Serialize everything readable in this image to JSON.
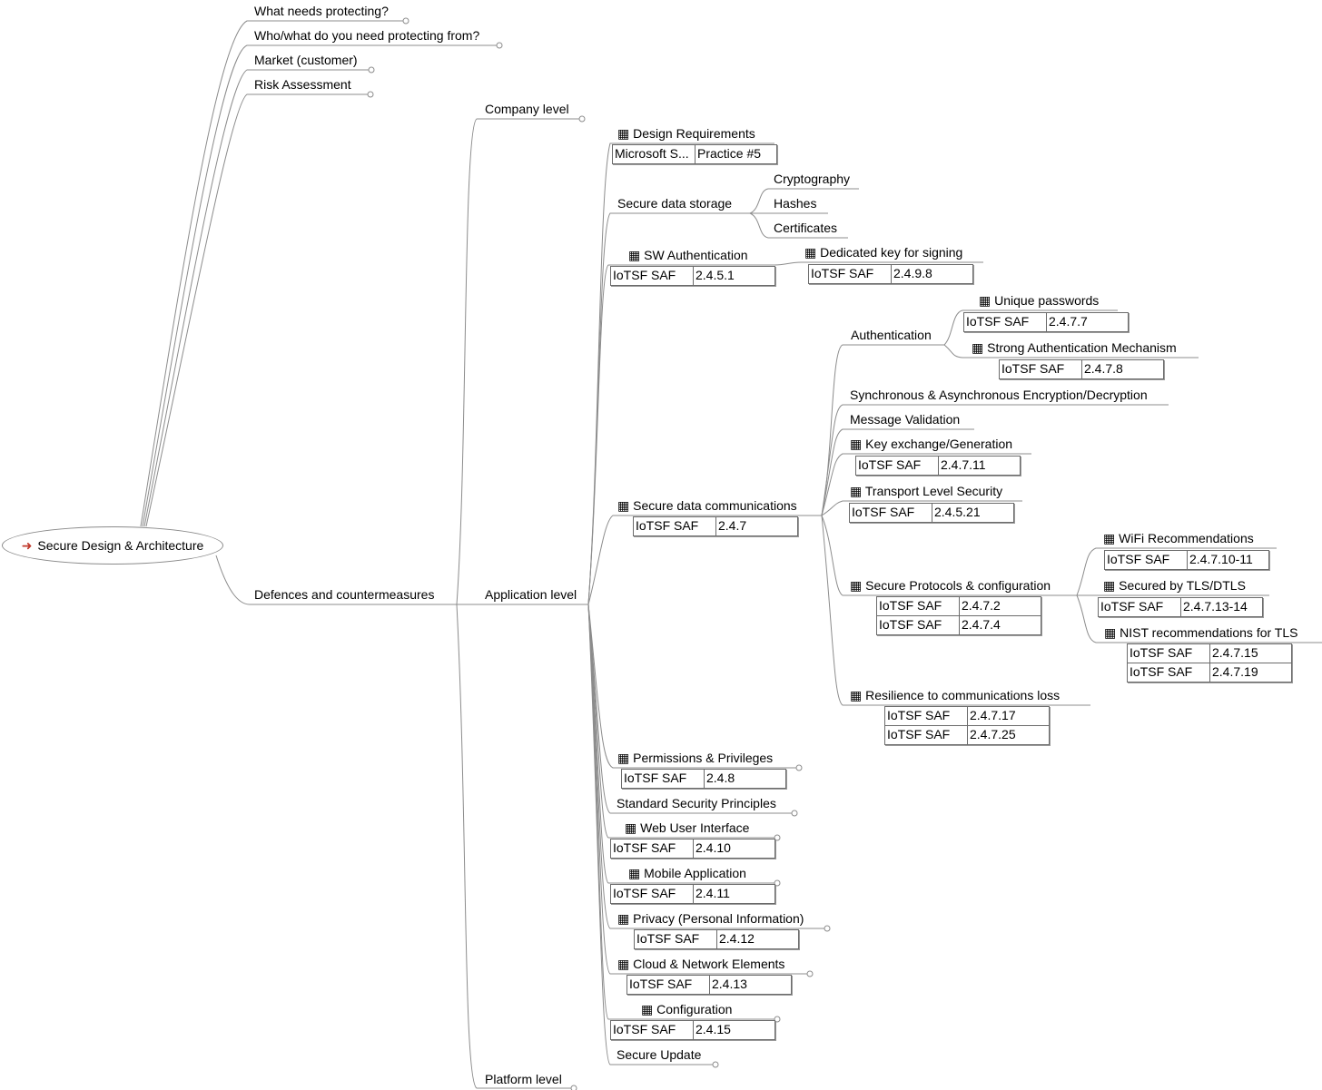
{
  "root": {
    "label": "Secure Design & Architecture",
    "icon": "red-arrow-icon"
  },
  "top_branches": [
    "What needs protecting?",
    "Who/what do you need protecting from?",
    "Market (customer)",
    "Risk Assessment"
  ],
  "defences": "Defences and countermeasures",
  "levels": {
    "company": "Company level",
    "application": "Application level",
    "platform": "Platform level"
  },
  "app": {
    "design_req": {
      "label": "Design Requirements",
      "rows": [
        [
          "Microsoft S...",
          "Practice #5"
        ]
      ]
    },
    "storage": {
      "label": "Secure data storage",
      "children": [
        "Cryptography",
        "Hashes",
        "Certificates"
      ]
    },
    "sw_auth": {
      "label": "SW Authentication",
      "rows": [
        [
          "IoTSF SAF",
          "2.4.5.1"
        ]
      ]
    },
    "dedicated_key": {
      "label": "Dedicated key for signing",
      "rows": [
        [
          "IoTSF SAF",
          "2.4.9.8"
        ]
      ]
    },
    "comms": {
      "label": "Secure data communications",
      "rows": [
        [
          "IoTSF SAF",
          "2.4.7"
        ]
      ]
    },
    "authentication": "Authentication",
    "unique_pw": {
      "label": "Unique passwords",
      "rows": [
        [
          "IoTSF SAF",
          "2.4.7.7"
        ]
      ]
    },
    "strong_auth": {
      "label": "Strong Authentication Mechanism",
      "rows": [
        [
          "IoTSF SAF",
          "2.4.7.8"
        ]
      ]
    },
    "sync_enc": "Synchronous & Asynchronous Encryption/Decryption",
    "msg_val": "Message Validation",
    "key_ex": {
      "label": "Key exchange/Generation",
      "rows": [
        [
          "IoTSF SAF",
          "2.4.7.11"
        ]
      ]
    },
    "transport": {
      "label": "Transport Level Security",
      "rows": [
        [
          "IoTSF SAF",
          "2.4.5.21"
        ]
      ]
    },
    "protocols": {
      "label": "Secure Protocols & configuration",
      "rows": [
        [
          "IoTSF SAF",
          "2.4.7.2"
        ],
        [
          "IoTSF SAF",
          "2.4.7.4"
        ]
      ]
    },
    "wifi": {
      "label": "WiFi Recommendations",
      "rows": [
        [
          "IoTSF SAF",
          "2.4.7.10-11"
        ]
      ]
    },
    "tls": {
      "label": "Secured by TLS/DTLS",
      "rows": [
        [
          "IoTSF SAF",
          "2.4.7.13-14"
        ]
      ]
    },
    "nist": {
      "label": "NIST recommendations for TLS",
      "rows": [
        [
          "IoTSF SAF",
          "2.4.7.15"
        ],
        [
          "IoTSF SAF",
          "2.4.7.19"
        ]
      ]
    },
    "resilience": {
      "label": "Resilience to communications loss",
      "rows": [
        [
          "IoTSF SAF",
          "2.4.7.17"
        ],
        [
          "IoTSF SAF",
          "2.4.7.25"
        ]
      ]
    },
    "permissions": {
      "label": "Permissions & Privileges",
      "rows": [
        [
          "IoTSF SAF",
          "2.4.8"
        ]
      ]
    },
    "principles": "Standard Security Principles",
    "web_ui": {
      "label": "Web User Interface",
      "rows": [
        [
          "IoTSF SAF",
          "2.4.10"
        ]
      ]
    },
    "mobile": {
      "label": "Mobile Application",
      "rows": [
        [
          "IoTSF SAF",
          "2.4.11"
        ]
      ]
    },
    "privacy": {
      "label": "Privacy (Personal Information)",
      "rows": [
        [
          "IoTSF SAF",
          "2.4.12"
        ]
      ]
    },
    "cloud": {
      "label": "Cloud & Network Elements",
      "rows": [
        [
          "IoTSF SAF",
          "2.4.13"
        ]
      ]
    },
    "config": {
      "label": "Configuration",
      "rows": [
        [
          "IoTSF SAF",
          "2.4.15"
        ]
      ]
    },
    "update": "Secure Update"
  },
  "colors": {
    "line": "#8c8c8c",
    "root_arrow": "#c0392b"
  },
  "node_icon": "table-icon"
}
